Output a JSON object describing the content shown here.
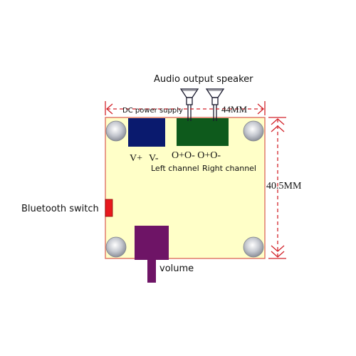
{
  "labels": {
    "audio_output_speaker": "Audio output speaker",
    "dc_power_supply": "DC power supply",
    "width_dimension": "44MM",
    "height_dimension": "40.5MM",
    "v_plus": "V+",
    "v_minus": "V-",
    "output_pins": "O+O- O+O-",
    "left_channel": "Left channel",
    "right_channel": "Right channel",
    "bluetooth_switch": "Bluetooth switch",
    "volume": "volume"
  },
  "colors": {
    "board_fill": "#FFFFC8",
    "board_stroke": "#E07A6A",
    "dc_jack": "#0A1A6E",
    "speaker_terminal": "#0E5A1C",
    "bluetooth_switch": "#E8191E",
    "volume_knob": "#6E1466",
    "dimension_arrows": "#D2232A",
    "mount_hole": "#B8BCC4"
  }
}
